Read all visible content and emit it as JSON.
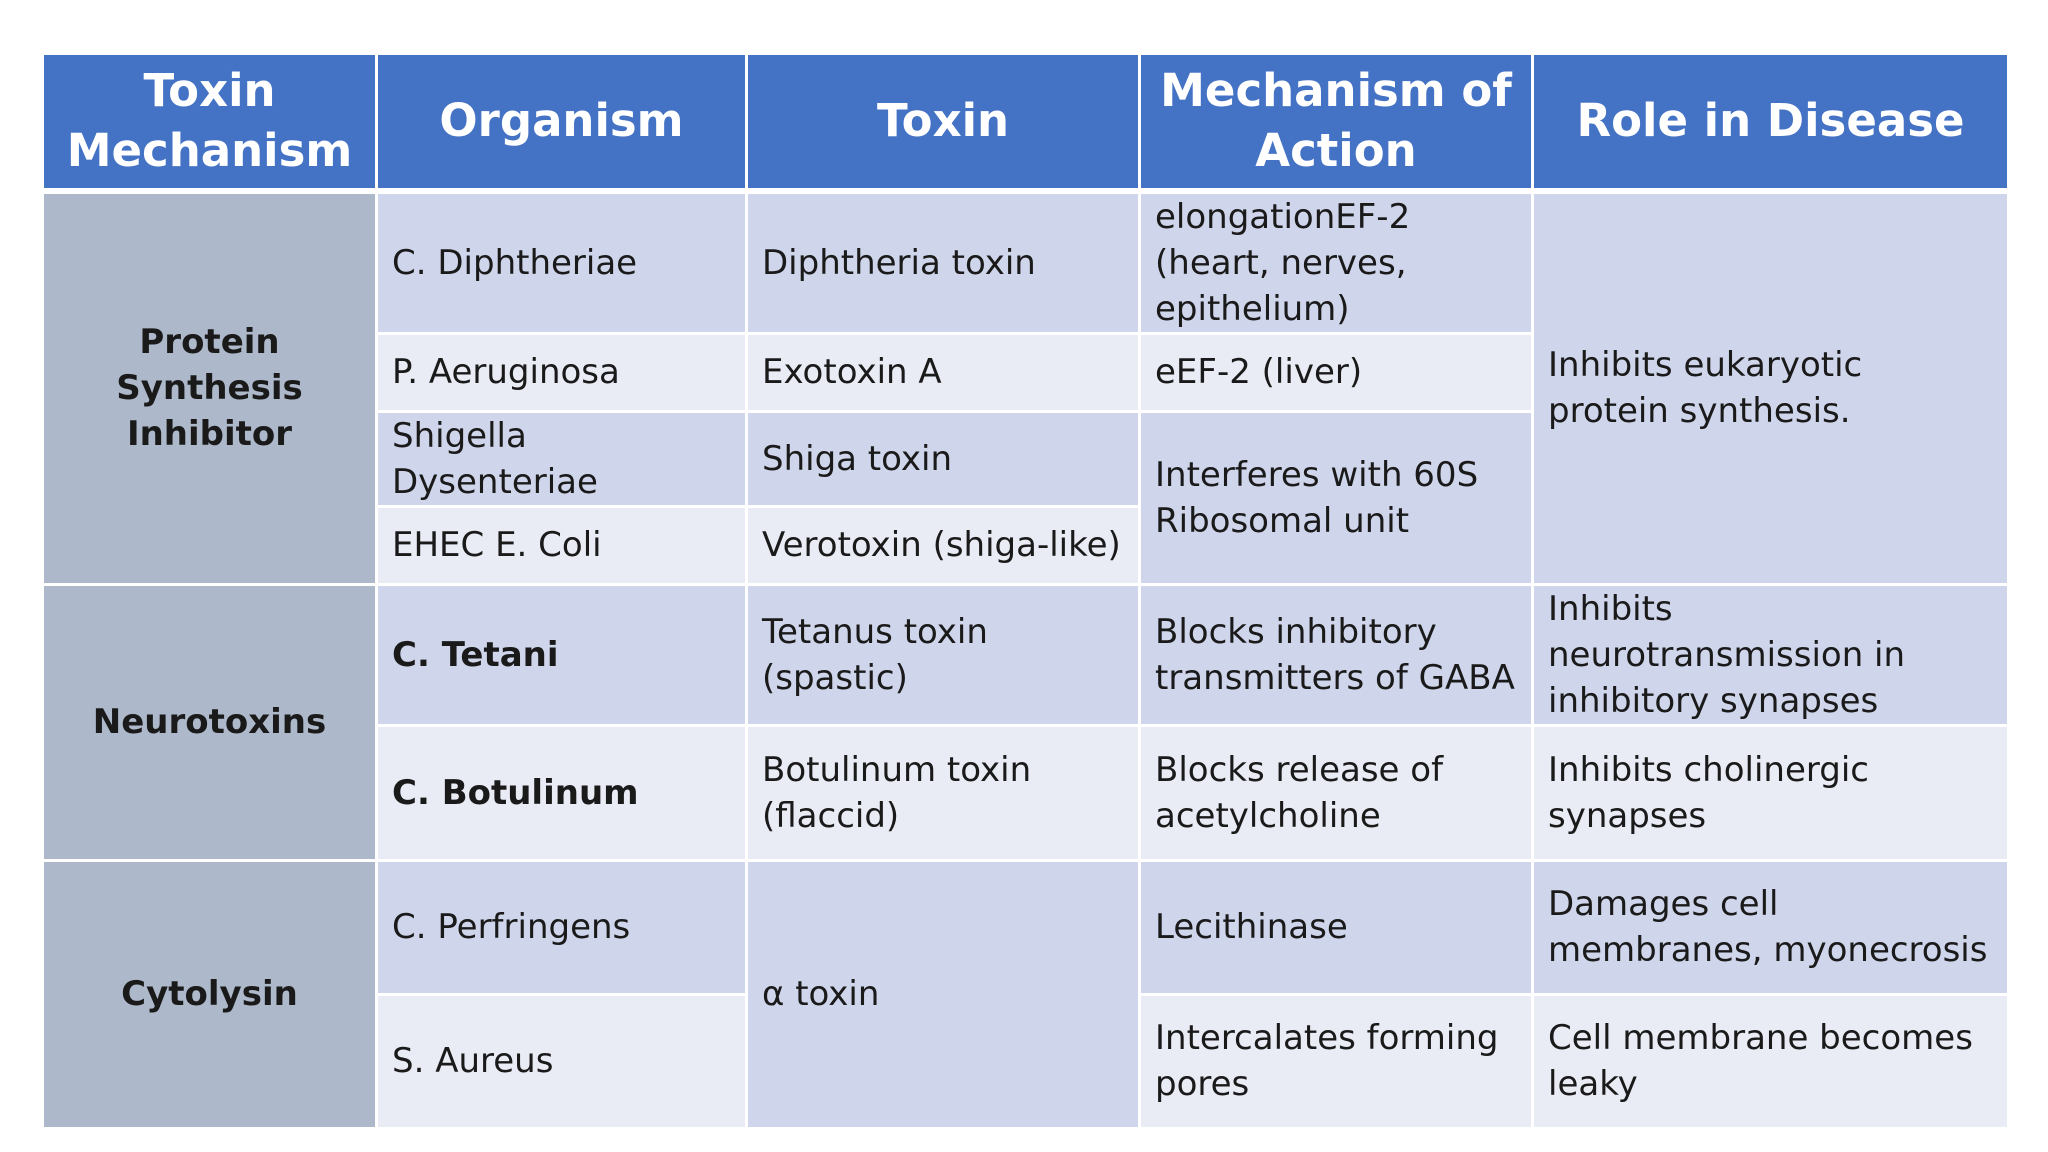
{
  "headers": {
    "toxin_mechanism": "Toxin Mechanism",
    "organism": "Organism",
    "toxin": "Toxin",
    "mechanism_of_action": "Mechanism of Action",
    "role_in_disease": "Role in Disease"
  },
  "groups": [
    {
      "name": "Protein Synthesis Inhibitor",
      "role": "Inhibits eukaryotic protein synthesis.",
      "rows": [
        {
          "organism": "C. Diphtheriae",
          "toxin": "Diphtheria toxin",
          "mechanism": "elongationEF-2 (heart, nerves, epithelium)"
        },
        {
          "organism": "P. Aeruginosa",
          "toxin": "Exotoxin A",
          "mechanism": "eEF-2 (liver)"
        },
        {
          "organism": "Shigella Dysenteriae",
          "toxin": "Shiga toxin",
          "mechanism": "Interferes with 60S Ribosomal unit"
        },
        {
          "organism": "EHEC E. Coli",
          "toxin": "Verotoxin (shiga-like)"
        }
      ]
    },
    {
      "name": "Neurotoxins",
      "rows": [
        {
          "organism": "C. Tetani",
          "toxin": "Tetanus toxin (spastic)",
          "mechanism": "Blocks inhibitory transmitters of GABA",
          "role": "Inhibits neurotransmission in inhibitory synapses"
        },
        {
          "organism": "C. Botulinum",
          "toxin": "Botulinum toxin (flaccid)",
          "mechanism": "Blocks release of acetylcholine",
          "role": "Inhibits cholinergic synapses"
        }
      ]
    },
    {
      "name": "Cytolysin",
      "toxin": "α toxin",
      "rows": [
        {
          "organism": "C. Perfringens",
          "mechanism": "Lecithinase",
          "role": "Damages cell membranes, myonecrosis"
        },
        {
          "organism": "S. Aureus",
          "mechanism": "Intercalates forming pores",
          "role": "Cell membrane becomes leaky"
        }
      ]
    }
  ],
  "colors": {
    "header": "#4472c4",
    "group_cell": "#adb9ca",
    "row_dark": "#cfd5ea",
    "row_light": "#e9ebf5"
  }
}
